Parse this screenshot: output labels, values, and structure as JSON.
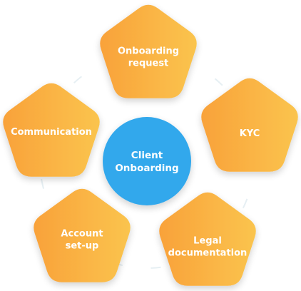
{
  "diagram": {
    "center": {
      "label_lines": [
        "Client",
        "Onboarding"
      ],
      "color": "#33A8EC"
    },
    "nodes": [
      {
        "id": "onboarding-request",
        "label_lines": [
          "Onboarding",
          "request"
        ]
      },
      {
        "id": "kyc",
        "label_lines": [
          "KYC"
        ]
      },
      {
        "id": "legal-documentation",
        "label_lines": [
          "Legal",
          "documentation"
        ]
      },
      {
        "id": "account-set-up",
        "label_lines": [
          "Account",
          "set-up"
        ]
      },
      {
        "id": "communication",
        "label_lines": [
          "Communication"
        ]
      }
    ],
    "colors": {
      "pentagon_start": "#F9A23A",
      "pentagon_end": "#FAC44E",
      "decoration": "#E6EFF3"
    }
  }
}
